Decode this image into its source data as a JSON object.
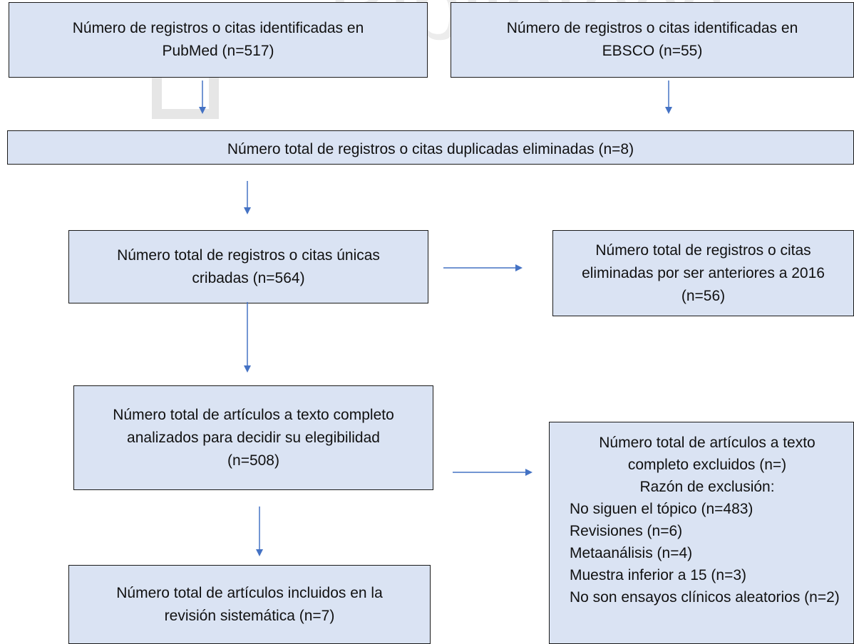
{
  "boxes": {
    "pubmed": {
      "text": "Número de registros o citas identificadas en PubMed (n=517)"
    },
    "ebsco": {
      "text": "Número de registros o citas identificadas en EBSCO (n=55)"
    },
    "duplicates": {
      "text": "Número total de registros o citas duplicadas eliminadas (n=8)"
    },
    "unique_screened": {
      "text": "Número total de registros o citas únicas cribadas (n=564)"
    },
    "pre2016": {
      "text": "Número total de registros o citas eliminadas por ser anteriores a 2016 (n=56)"
    },
    "fulltext": {
      "text": "Número total de artículos a texto completo analizados para decidir su elegibilidad (n=508)"
    },
    "excluded": {
      "title": "Número total de artículos a texto completo excluidos (n=)",
      "reason_header": "Razón de exclusión:",
      "reasons": [
        "No siguen el tópico (n=483)",
        "Revisiones (n=6)",
        "Metaanálisis (n=4)",
        "Muestra inferior a 15 (n=3)",
        "No son ensayos clínicos aleatorios (n=2)"
      ]
    },
    "included": {
      "text": "Número total de artículos incluidos en la revisión sistemática (n=7)"
    }
  },
  "colors": {
    "box_fill": "#dae3f3",
    "arrow": "#4472c4",
    "border": "#1a1a1a"
  }
}
